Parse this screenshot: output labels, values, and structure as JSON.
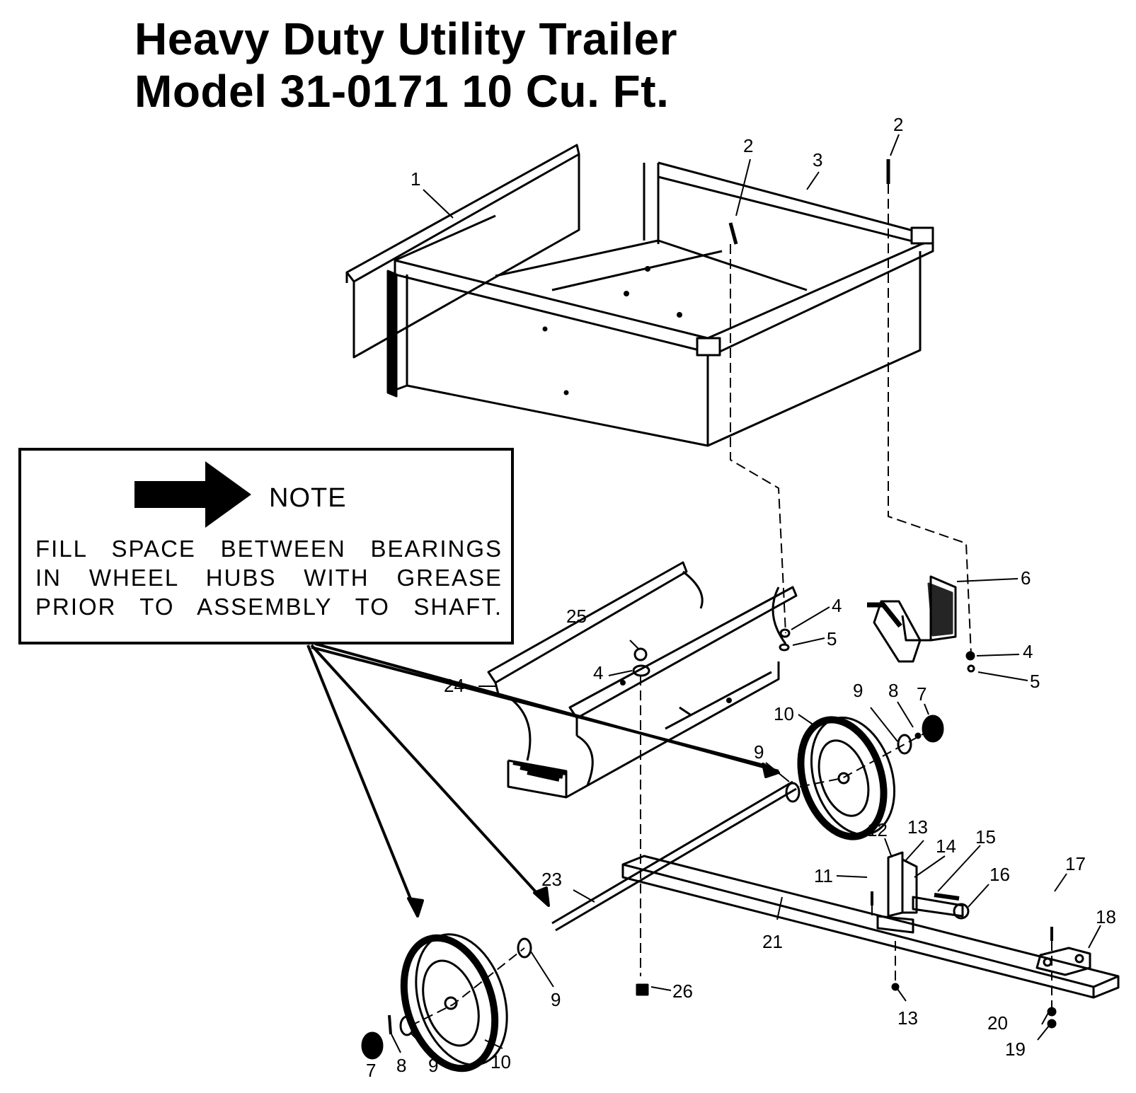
{
  "title": {
    "line1": "Heavy Duty Utility Trailer",
    "line2": "Model 31-0171 10 Cu. Ft."
  },
  "note": {
    "heading": "NOTE",
    "lines": [
      "FILL SPACE BETWEEN BEARINGS",
      "IN WHEEL HUBS WITH GREASE",
      "PRIOR TO ASSEMBLY TO SHAFT."
    ]
  },
  "callouts": {
    "c1": "1",
    "c2a": "2",
    "c2b": "2",
    "c3": "3",
    "c4a": "4",
    "c4b": "4",
    "c4c": "4",
    "c5a": "5",
    "c5b": "5",
    "c6": "6",
    "c7a": "7",
    "c7b": "7",
    "c8a": "8",
    "c8b": "8",
    "c9a": "9",
    "c9b": "9",
    "c9c": "9",
    "c9d": "9",
    "c10a": "10",
    "c10b": "10",
    "c11": "11",
    "c12": "12",
    "c13a": "13",
    "c13b": "13",
    "c14": "14",
    "c15": "15",
    "c16": "16",
    "c17": "17",
    "c18": "18",
    "c19": "19",
    "c20": "20",
    "c21": "21",
    "c23": "23",
    "c24": "24",
    "c25": "25",
    "c26": "26"
  }
}
